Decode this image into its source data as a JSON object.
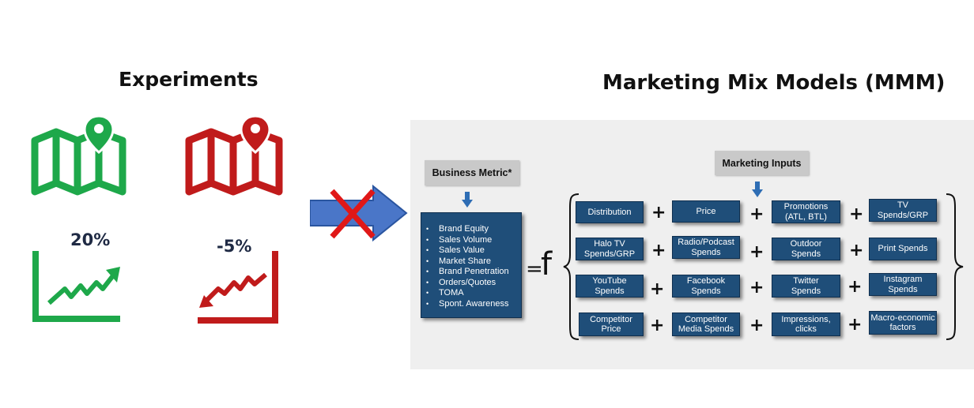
{
  "experiments": {
    "title": "Experiments",
    "positive_pct": "20%",
    "negative_pct": "-5%",
    "colors": {
      "positive": "#1ea84a",
      "negative": "#c01b1b"
    }
  },
  "mmm": {
    "title": "Marketing Mix Models (MMM)",
    "business_metric_label": "Business Metric*",
    "marketing_inputs_label": "Marketing Inputs",
    "metrics": [
      "Brand Equity",
      "Sales Volume",
      "Sales Value",
      "Market Share",
      "Brand Penetration",
      "Orders/Quotes",
      "TOMA",
      "Spont. Awareness"
    ],
    "equals": "=",
    "function_symbol": "f",
    "plus": "+",
    "inputs": [
      [
        "Distribution",
        "Price",
        "Promotions\n(ATL, BTL)",
        "TV\nSpends/GRP"
      ],
      [
        "Halo TV\nSpends/GRP",
        "Radio/Podcast\nSpends",
        "Outdoor\nSpends",
        "Print Spends"
      ],
      [
        "YouTube\nSpends",
        "Facebook\nSpends",
        "Twitter\nSpends",
        "Instagram\nSpends"
      ],
      [
        "Competitor\nPrice",
        "Competitor\nMedia Spends",
        "Impressions,\nclicks",
        "Macro-economic\nfactors"
      ]
    ],
    "colors": {
      "box": "#1f4e79",
      "label_bg": "#c9c9c9",
      "panel": "#efefef",
      "arrow": "#2e6db4"
    }
  },
  "connector": {
    "arrow_color": "#4a76c8",
    "cross_color": "#e01818"
  }
}
